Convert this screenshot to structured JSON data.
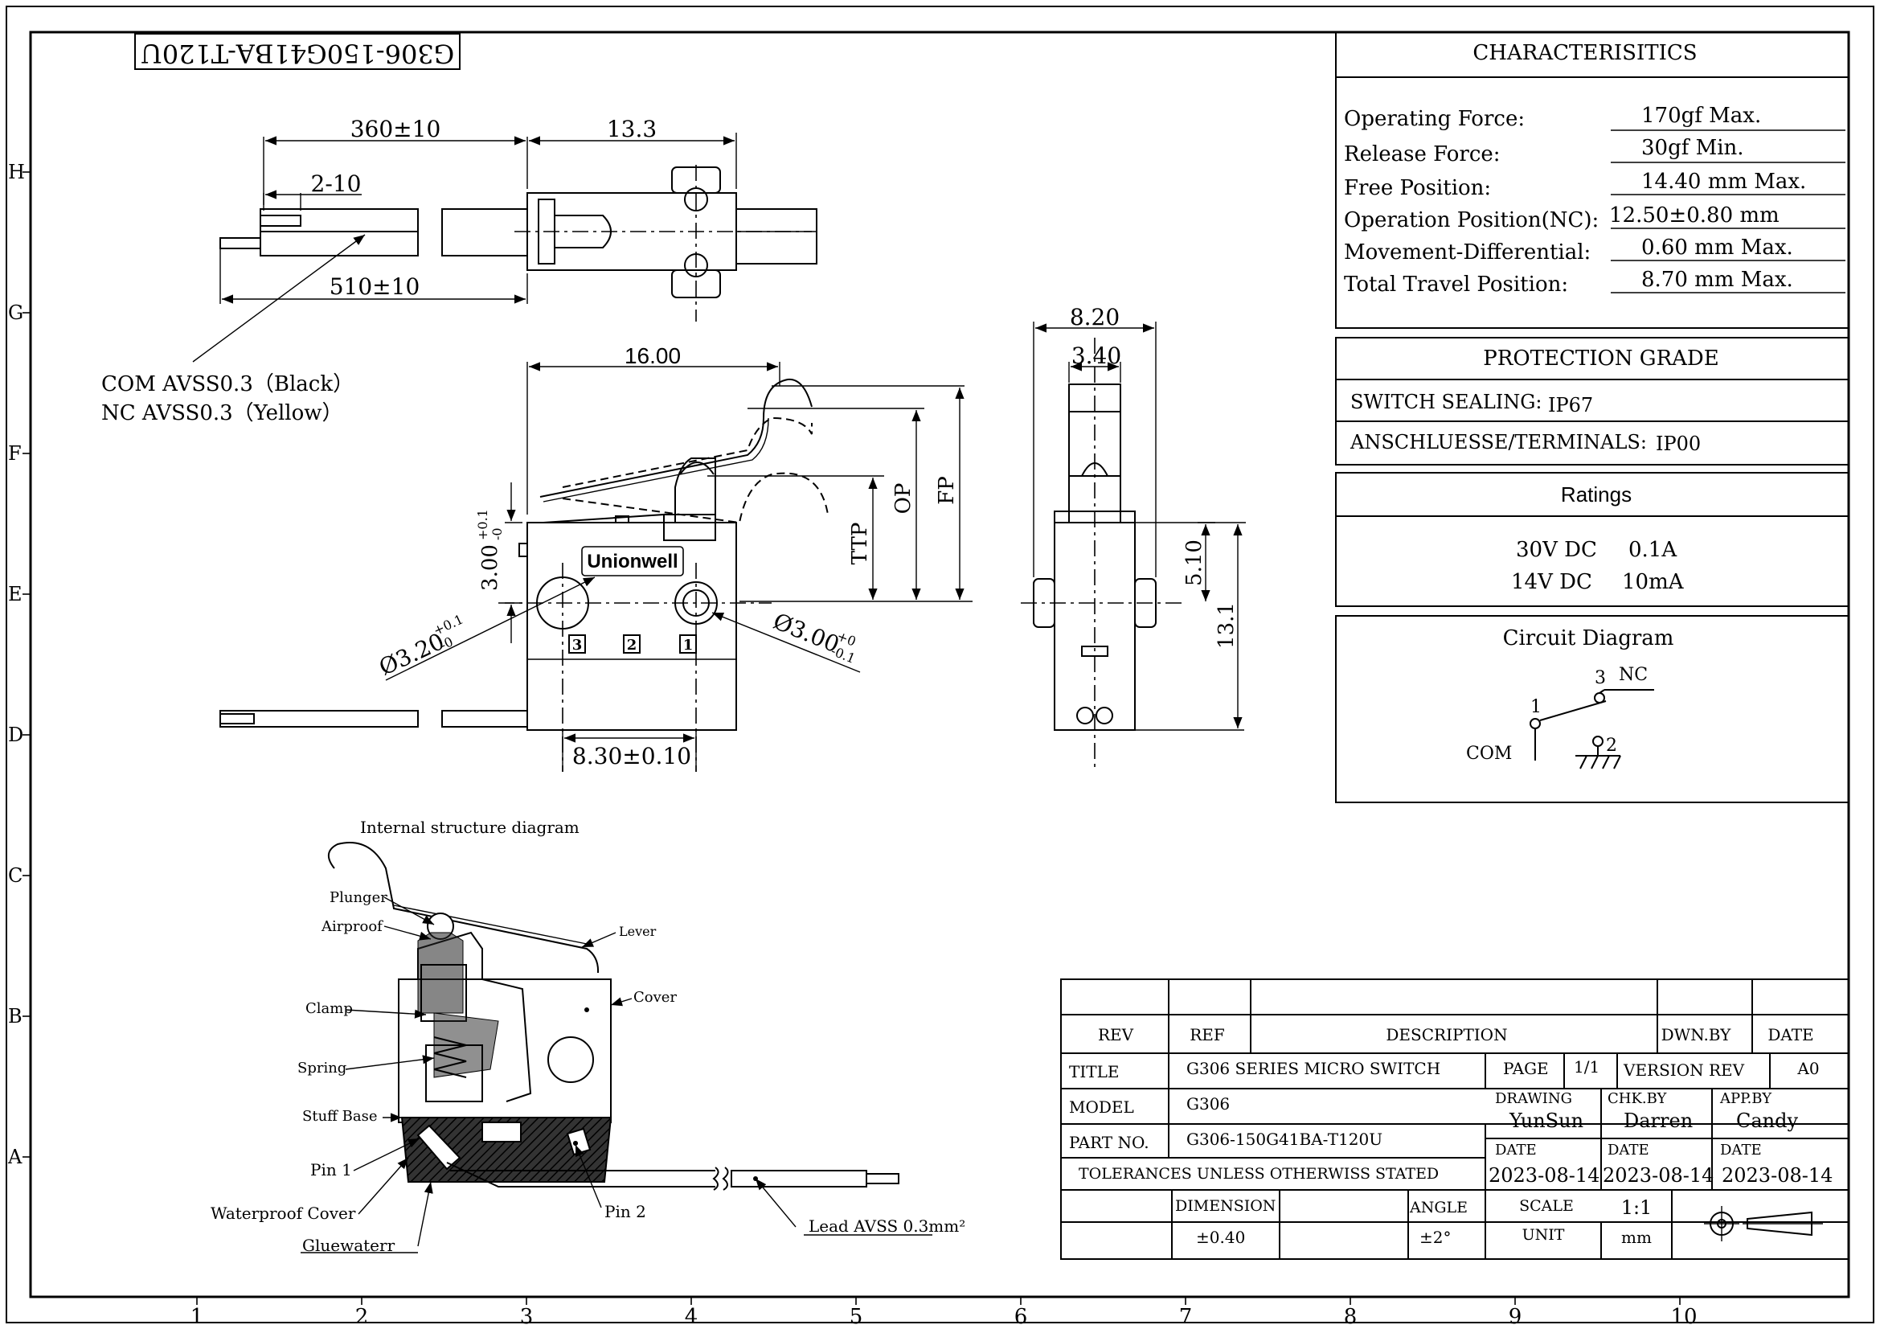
{
  "drawing_id": "G306-150G41BA-T120U",
  "border": {
    "cols": [
      "1",
      "2",
      "3",
      "4",
      "5",
      "6",
      "7",
      "8",
      "9",
      "10"
    ],
    "rows": [
      "H",
      "G",
      "F",
      "E",
      "D",
      "C",
      "B",
      "A"
    ]
  },
  "top_view": {
    "dim_cable_length": "360±10",
    "dim_body_length": "13.3",
    "dim_strip": "2-10",
    "dim_total": "510±10",
    "wire_com": "COM AVSS0.3（Black）",
    "wire_nc": "NC  AVSS0.3（Yellow）"
  },
  "front_view": {
    "dim_width": "16.00",
    "dim_height": "3.00",
    "dim_height_tol_up": "+0.1",
    "dim_height_tol_down": "-0",
    "brand": "Unionwell",
    "hole_left": "Ø3.20",
    "hole_left_tol_up": "+0.1",
    "hole_left_tol_down": "-0",
    "hole_right": "Ø3.00",
    "hole_right_tol_up": "+0",
    "hole_right_tol_down": "-0.1",
    "dim_pitch": "8.30±0.10",
    "label_ttp": "TTP",
    "label_op": "OP",
    "label_fp": "FP",
    "terminals": [
      "3",
      "2",
      "1"
    ]
  },
  "side_view": {
    "dim_width": "8.20",
    "dim_plunger": "3.40",
    "dim_hole_height": "5.10",
    "dim_total_height": "13.1"
  },
  "characteristics": {
    "title": "CHARACTERISITICS",
    "rows": [
      {
        "label": "Operating Force:",
        "value": "170gf Max."
      },
      {
        "label": "Release Force:",
        "value": "30gf Min."
      },
      {
        "label": "Free Position:",
        "value": "14.40 mm Max."
      },
      {
        "label": "Operation Position(NC):",
        "value": "12.50±0.80 mm"
      },
      {
        "label": "Movement-Differential:",
        "value": "0.60 mm Max."
      },
      {
        "label": "Total Travel Position:",
        "value": "8.70 mm Max."
      }
    ]
  },
  "protection": {
    "title": "PROTECTION GRADE",
    "sealing_label": "SWITCH SEALING:",
    "sealing_value": "IP67",
    "terminals_label": "ANSCHLUESSE/TERMINALS:",
    "terminals_value": "IP00"
  },
  "ratings": {
    "title": "Ratings",
    "rows": [
      {
        "voltage": "30V DC",
        "current": "0.1A"
      },
      {
        "voltage": "14V DC",
        "current": "10mA"
      }
    ]
  },
  "circuit": {
    "title": "Circuit Diagram",
    "pin1": "1",
    "pin2": "2",
    "pin3": "3",
    "nc": "NC",
    "com": "COM"
  },
  "internal": {
    "title": "Internal structure diagram",
    "labels": {
      "plunger": "Plunger",
      "airproof": "Airproof",
      "lever": "Lever",
      "cover": "Cover",
      "clamp": "Clamp",
      "spring": "Spring",
      "stuff_base": "Stuff Base",
      "pin1": "Pin 1",
      "pin2": "Pin 2",
      "waterproof_cover": "Waterproof Cover",
      "gluewaterr": "Gluewaterr",
      "lead": "Lead AVSS 0.3mm²"
    }
  },
  "title_block": {
    "rev": "REV",
    "ref": "REF",
    "description": "DESCRIPTION",
    "dwn_by": "DWN.BY",
    "date": "DATE",
    "title_label": "TITLE",
    "title_value": "G306 SERIES MICRO SWITCH",
    "page_label": "PAGE",
    "page_value": "1/1",
    "version_label": "VERSION REV",
    "version_value": "A0",
    "model_label": "MODEL",
    "model_value": "G306",
    "drawing_label": "DRAWING",
    "drawing_value": "YunSun",
    "chk_label": "CHK.BY",
    "chk_value": "Darren",
    "app_label": "APP.BY",
    "app_value": "Candy",
    "part_label": "PART NO.",
    "part_value": "G306-150G41BA-T120U",
    "date_label": "DATE",
    "date1": "2023-08-14",
    "date2": "2023-08-14",
    "date3": "2023-08-14",
    "tolerances": "TOLERANCES UNLESS OTHERWISS STATED",
    "dimension_label": "DIMENSION",
    "dimension_value": "±0.40",
    "angle_label": "ANGLE",
    "angle_value": "±2°",
    "scale_label": "SCALE",
    "scale_value": "1:1",
    "unit_label": "UNIT",
    "unit_value": "mm"
  }
}
